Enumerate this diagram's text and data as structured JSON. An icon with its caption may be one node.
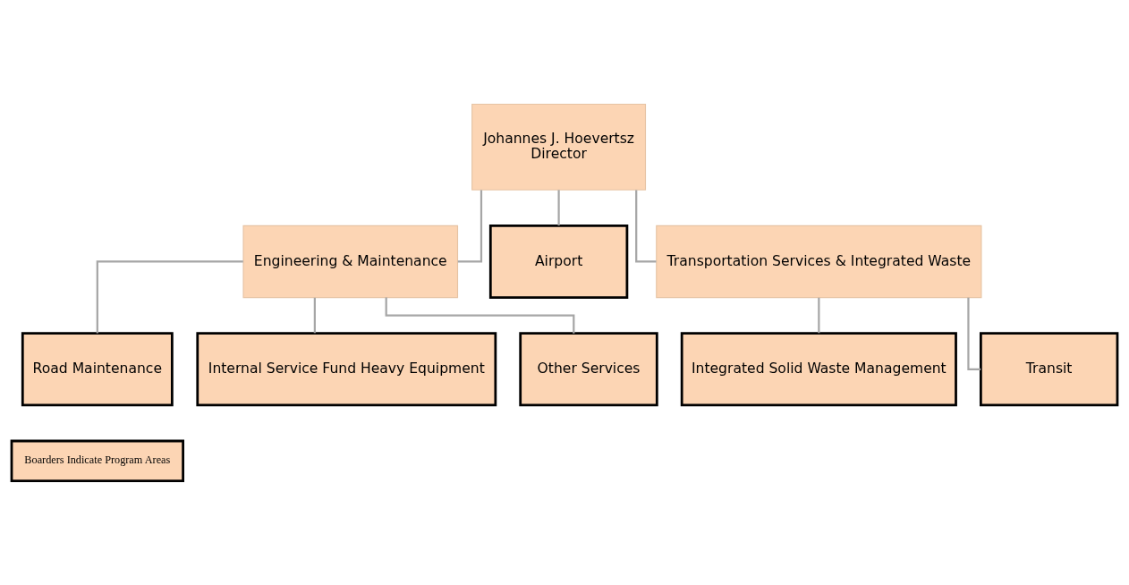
{
  "diagram": {
    "nodes": [
      {
        "text": [
          "Johannes J. Hoevertsz",
          "Director"
        ]
      },
      {
        "text": [
          "Engineering & Maintenance"
        ]
      },
      {
        "text": [
          "Airport"
        ]
      },
      {
        "text": [
          "Transportation Services & Integrated Waste"
        ]
      },
      {
        "text": [
          "Road Maintenance"
        ]
      },
      {
        "text": [
          "Internal Service Fund Heavy Equipment"
        ]
      },
      {
        "text": [
          "Other Services"
        ]
      },
      {
        "text": [
          "Integrated Solid Waste Management"
        ]
      },
      {
        "text": [
          "Transit"
        ]
      },
      {
        "text": [
          "Boarders Indicate Program Areas"
        ]
      }
    ],
    "edges": [
      {
        "from": 0,
        "to": 1,
        "arrow": "none"
      },
      {
        "from": 0,
        "to": 2,
        "arrow": "none"
      },
      {
        "from": 0,
        "to": 3,
        "arrow": "none"
      },
      {
        "from": 1,
        "to": 4,
        "arrow": "none"
      },
      {
        "from": 1,
        "to": 5,
        "arrow": "none"
      },
      {
        "from": 1,
        "to": 6,
        "arrow": "none"
      },
      {
        "from": 3,
        "to": 7,
        "arrow": "none"
      },
      {
        "from": 3,
        "to": 8,
        "arrow": "none"
      }
    ]
  }
}
